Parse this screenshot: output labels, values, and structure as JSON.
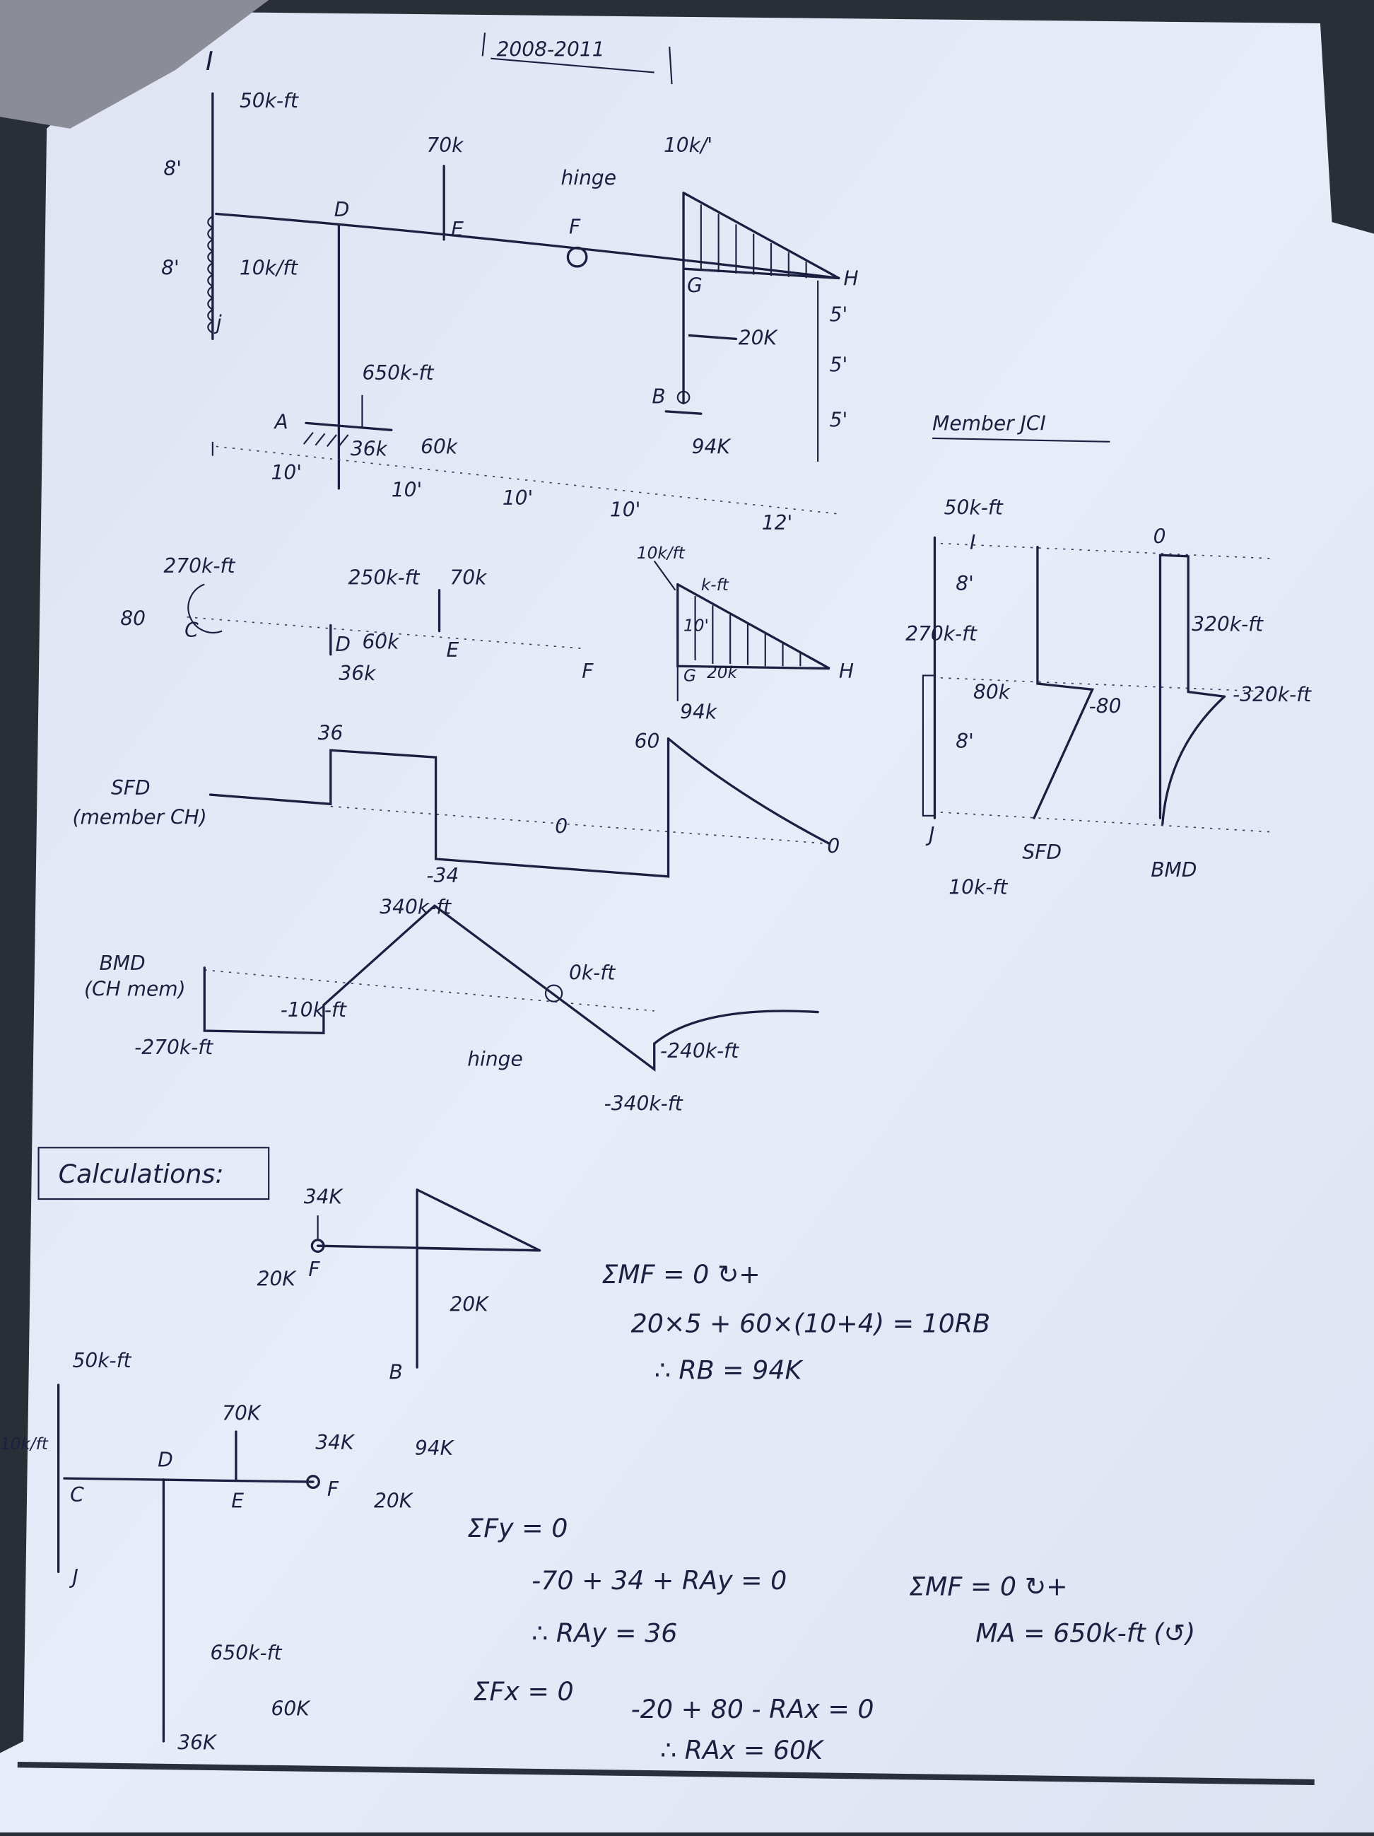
{
  "header": {
    "year_range": "2008-2011"
  },
  "frame": {
    "I": "I",
    "moment_top": "50k-ft",
    "dim_upper": "8'",
    "dim_lower": "8'",
    "D": "D",
    "load_e": "70k",
    "E": "E",
    "hinge": "hinge",
    "F": "F",
    "udl_peak": "10k/'",
    "H": "H",
    "G": "G",
    "udl_column": "10k/ft",
    "J": "j",
    "moment_a": "650k-ft",
    "A": "A",
    "ay": "36k",
    "ax": "60k",
    "load_g": "20K",
    "B": "B",
    "by": "94K",
    "dim_h1": "5'",
    "dim_h2": "5'",
    "dim_h3": "5'",
    "spans": [
      "10'",
      "10'",
      "10'",
      "10'",
      "12'"
    ]
  },
  "fbd": {
    "moment_c": "270k-ft",
    "force_c": "80",
    "C": "C",
    "moment_d": "250k-ft",
    "load_e": "70k",
    "D": "D",
    "dx": "60k",
    "dy": "36k",
    "E": "E",
    "F": "F",
    "udl": "10k/ft",
    "kft": "k-ft",
    "len": "10'",
    "G": "G",
    "g_force": "20k",
    "H": "H",
    "by": "94k"
  },
  "sfd": {
    "title": "SFD",
    "subtitle": "(member CH)",
    "v1": "36",
    "v_zero": "0",
    "v_peak": "60",
    "v_end": "0",
    "v_neg": "-34"
  },
  "bmd": {
    "title": "BMD",
    "subtitle": "(CH mem)",
    "peak": "340k-ft",
    "step": "-10k-ft",
    "hinge_val": "0k-ft",
    "hinge": "hinge",
    "start": "-270k-ft",
    "jump": "-240k-ft",
    "min": "-340k-ft"
  },
  "member_jci": {
    "title": "Member JCI",
    "moment_top": "50k-ft",
    "I": "I",
    "zero": "0",
    "len1": "8'",
    "moment_c": "270k-ft",
    "force_c": "80k",
    "len2": "8'",
    "J": "J",
    "udl": "10k-ft",
    "sfd": "SFD",
    "sfd_val": "-80",
    "bmd": "BMD",
    "bmd_val1": "320k-ft",
    "bmd_val2": "-320k-ft"
  },
  "calc": {
    "title": "Calculations:",
    "upper": {
      "f_load": "34K",
      "f_horiz": "20K",
      "F": "F",
      "g_force": "20K",
      "B": "B",
      "by": "94K"
    },
    "lower": {
      "moment_top": "50k-ft",
      "udl": "10k/ft",
      "load_e": "70K",
      "D": "D",
      "C": "C",
      "E": "E",
      "f_up": "34K",
      "F": "F",
      "f_horiz": "20K",
      "J": "J",
      "moment_a": "650k-ft",
      "ax": "60K",
      "ay": "36K"
    },
    "equations": [
      "ΣMF = 0 ↻+",
      "20×5 + 60×(10+4) = 10RB",
      "∴ RB = 94K",
      "ΣFy = 0",
      "-70 + 34 + RAy = 0",
      "∴ RAy = 36",
      "ΣFx = 0",
      "-20 + 80 - RAx = 0",
      "∴ RAx = 60K",
      "ΣMF = 0 ↻+",
      "MA = 650k-ft (↺)"
    ]
  },
  "colors": {
    "paper": "#e6eaf7",
    "ink": "#1b2040",
    "shadow": "#2a2e36"
  }
}
